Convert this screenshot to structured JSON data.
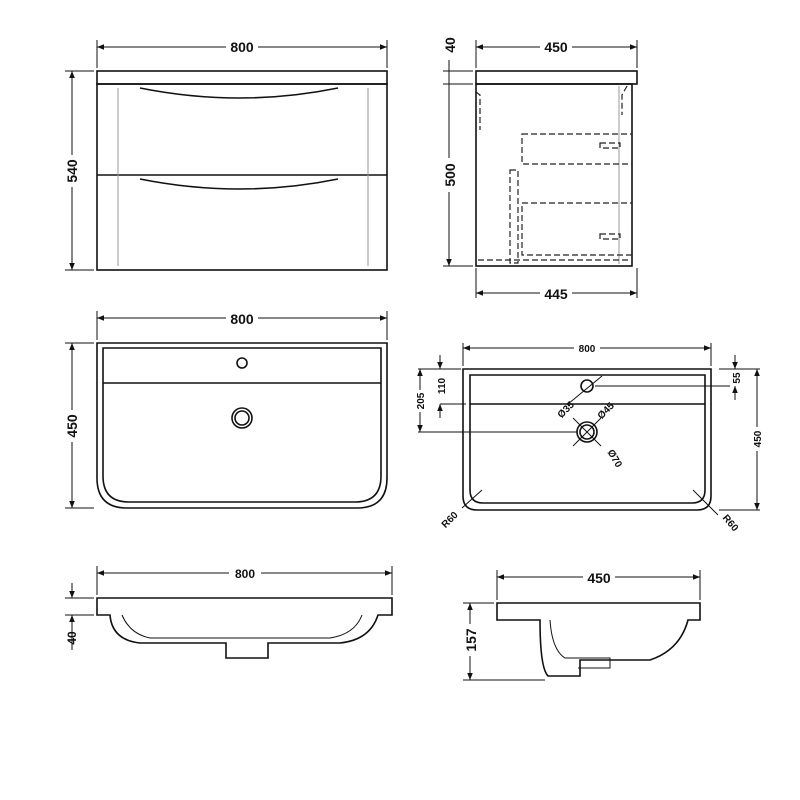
{
  "front_view": {
    "width": "800",
    "height": "540"
  },
  "side_view": {
    "top_depth": "450",
    "worktop_thickness": "40",
    "cabinet_height": "500",
    "cabinet_depth": "445"
  },
  "basin_plan": {
    "width": "800",
    "depth": "450"
  },
  "basin_detail": {
    "width": "800",
    "depth": "450",
    "tap_hole_offset": "55",
    "tap_to_ledge": "110",
    "waste_offset": "205",
    "tap_hole_dia": "Ø35",
    "waste_dia_inner": "Ø45",
    "waste_dia_outer": "Ø70",
    "radius_left": "R60",
    "radius_right": "R60"
  },
  "basin_front_section": {
    "width": "800",
    "rim_thickness": "40"
  },
  "basin_side_section": {
    "depth": "450",
    "height": "157"
  }
}
